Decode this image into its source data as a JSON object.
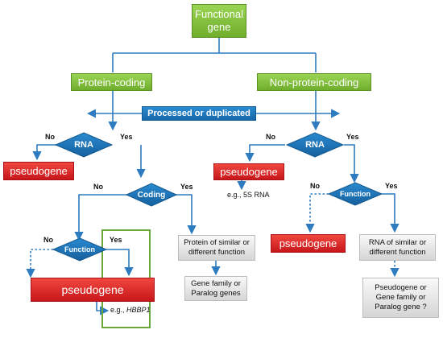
{
  "colors": {
    "green": "#7fbf3f",
    "red": "#d9262b",
    "blue": "#1f7bc0",
    "grey": "#e4e4e4",
    "line": "#2f7bbf",
    "frame": "#6aa83a"
  },
  "nodes": {
    "functional_gene": "Functional gene",
    "protein_coding": "Protein-coding",
    "non_protein_coding": "Non-protein-coding",
    "processed": "Processed or duplicated",
    "rna_left": "RNA",
    "rna_right": "RNA",
    "coding": "Coding",
    "function_left": "Function",
    "function_right": "Function",
    "pseudogene_1": "pseudogene",
    "pseudogene_2": "pseudogene",
    "pseudogene_3": "pseudogene",
    "pseudogene_4": "pseudogene",
    "protein_similar": "Protein of similar or different function",
    "gene_family_1": "Gene family or Paralog genes",
    "rna_similar": "RNA of similar or different function",
    "pseudogene_or_family": "Pseudogene or Gene family or Paralog gene ?"
  },
  "labels": {
    "no": "No",
    "yes": "Yes"
  },
  "notes": {
    "example_5s": "e.g., 5S RNA",
    "example_prefix": "e.g., ",
    "example_gene": "HBBP1"
  }
}
